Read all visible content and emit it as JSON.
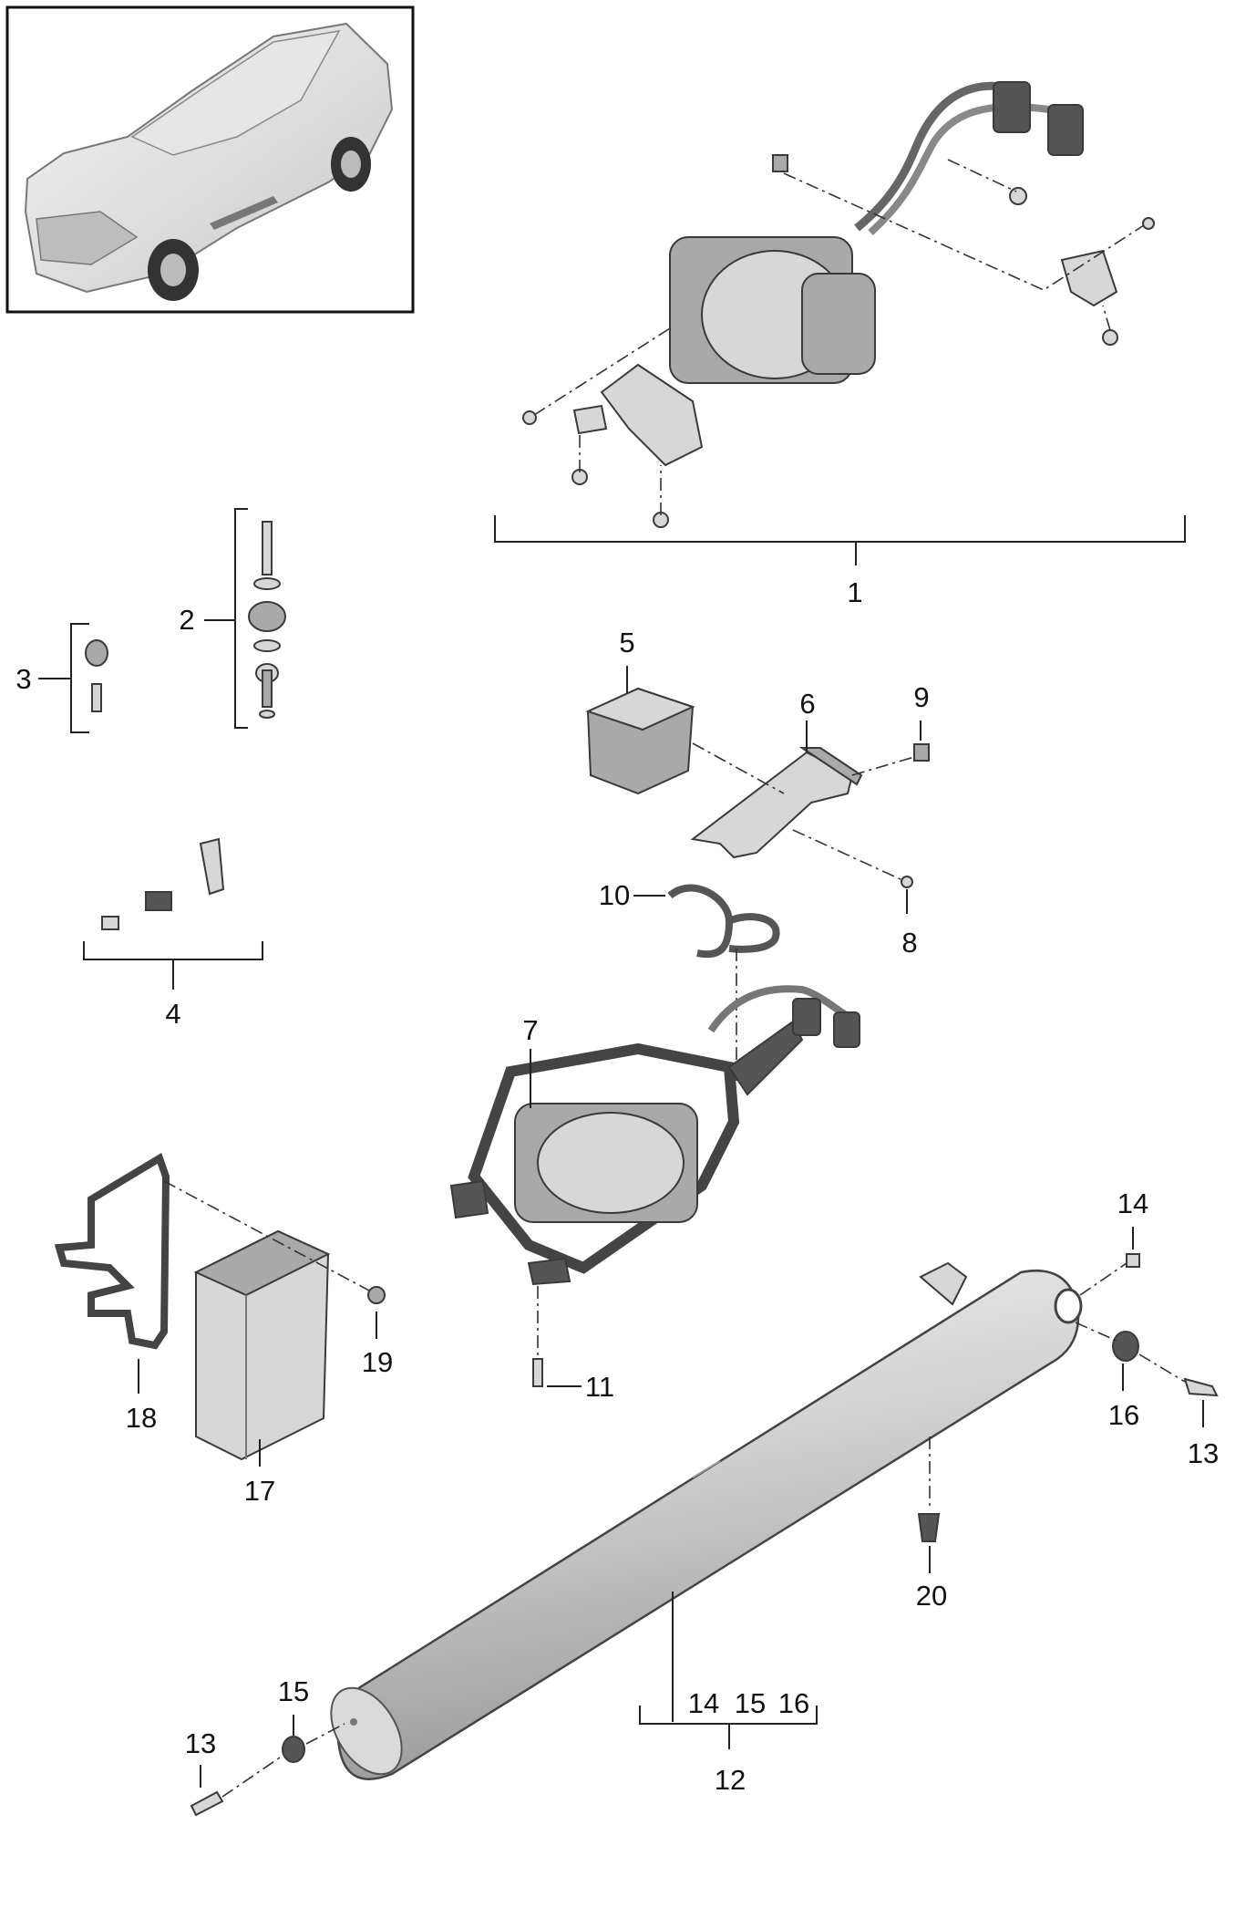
{
  "diagram": {
    "callouts": {
      "c1": "1",
      "c2": "2",
      "c3": "3",
      "c4": "4",
      "c5": "5",
      "c6": "6",
      "c7": "7",
      "c8": "8",
      "c9": "9",
      "c10": "10",
      "c11": "11",
      "c12": "12",
      "c13a": "13",
      "c13b": "13",
      "c14a": "14",
      "c14b": "14",
      "c15a": "15",
      "c15b": "15",
      "c16a": "16",
      "c16b": "16",
      "c17": "17",
      "c18": "18",
      "c19": "19",
      "c20": "20"
    },
    "colors": {
      "line": "#222222",
      "part_light": "#d7d7d7",
      "part_mid": "#a9a9a9",
      "part_dark": "#555555",
      "background": "#ffffff"
    }
  }
}
